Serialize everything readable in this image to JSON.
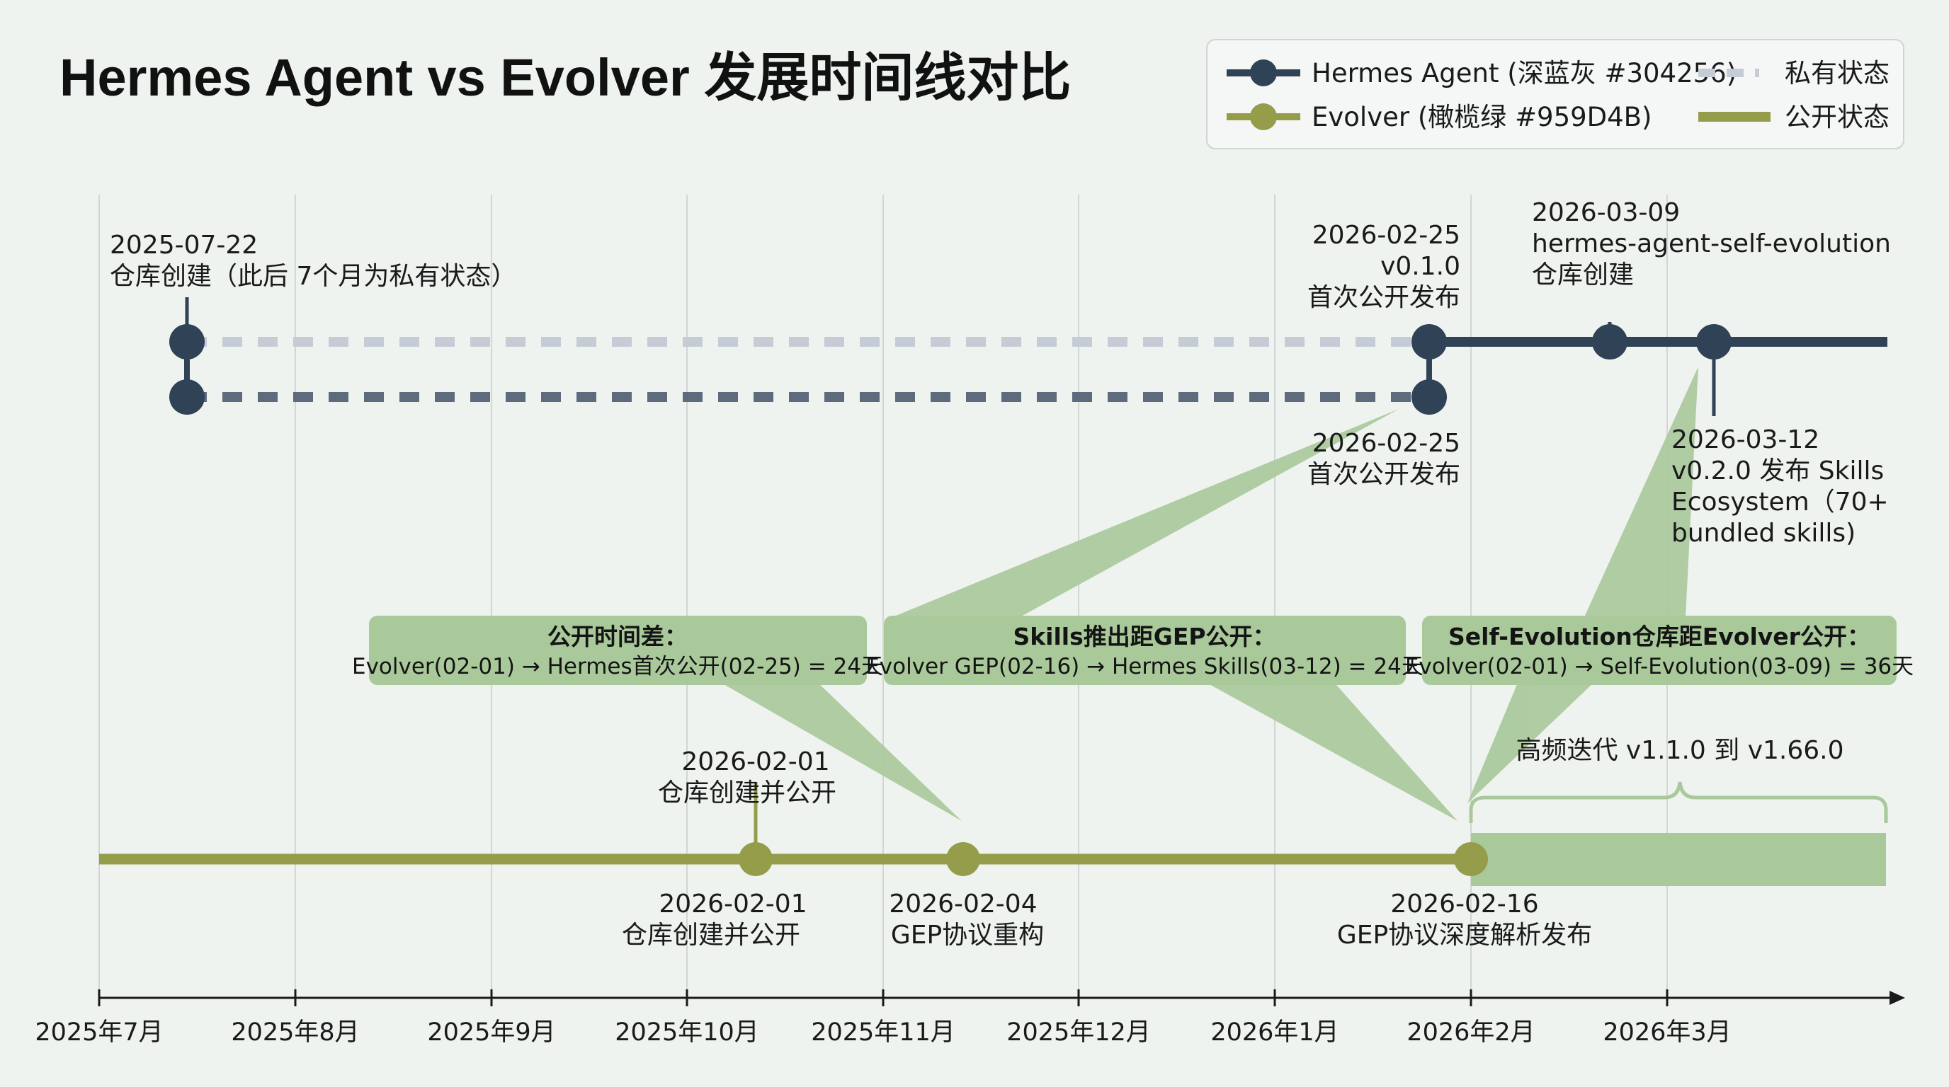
{
  "title": "Hermes Agent vs Evolver 发展时间线对比",
  "legend": {
    "hermes": "Hermes Agent (深蓝灰 #304256)",
    "evolver": "Evolver (橄榄绿 #959D4B)",
    "private": "私有状态",
    "public": "公开状态"
  },
  "colors": {
    "hermes": "#304256",
    "hermes_dash": "#5d6b7d",
    "private_dash": "#c5ccd5",
    "evolver": "#959D4B",
    "callout": "#a9c99b",
    "grid": "#d2d6d4",
    "axis": "#1a1a1a"
  },
  "axis_months": [
    "2025年7月",
    "2025年8月",
    "2025年9月",
    "2025年10月",
    "2025年11月",
    "2025年12月",
    "2026年1月",
    "2026年2月",
    "2026年3月"
  ],
  "hermes_labels": {
    "start_date": "2025-07-22",
    "start_desc": "仓库创建（此后 7个月为私有状态）",
    "release_date": "2026-02-25",
    "release_ver": "v0.1.0",
    "release_desc": "首次公开发布",
    "release2_date": "2026-02-25",
    "release2_desc": "首次公开发布",
    "selfevo_date": "2026-03-09",
    "selfevo_name": "hermes-agent-self-evolution",
    "selfevo_desc": "仓库创建",
    "v020_date": "2026-03-12",
    "v020_l1": "v0.2.0 发布 Skills",
    "v020_l2": "Ecosystem（70+",
    "v020_l3": "bundled skills)"
  },
  "evolver_labels": {
    "e1_top_date": "2026-02-01",
    "e1_top_desc": "仓库创建并公开",
    "e1_date": "2026-02-01",
    "e1_desc": "仓库创建并公开",
    "e2_date": "2026-02-04",
    "e2_desc": "GEP协议重构",
    "e3_date": "2026-02-16",
    "e3_desc": "GEP协议深度解析发布",
    "iter_label": "高频迭代 v1.1.0 到 v1.66.0"
  },
  "callouts": [
    {
      "title": "公开时间差：",
      "text": "Evolver(02-01) → Hermes首次公开(02-25) = 24天"
    },
    {
      "title": "Skills推出距GEP公开：",
      "text": "Evolver GEP(02-16) → Hermes Skills(03-12) = 24天"
    },
    {
      "title": "Self-Evolution仓库距Evolver公开：",
      "text": "Evolver(02-01) → Self-Evolution(03-09) = 36天"
    }
  ]
}
